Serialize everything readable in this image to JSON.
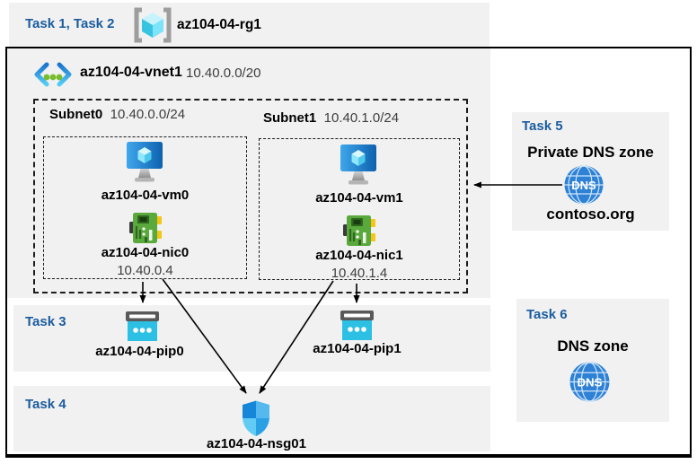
{
  "header": {
    "tasks_label": "Task 1, Task 2",
    "resource_group": "az104-04-rg1"
  },
  "vnet": {
    "name": "az104-04-vnet1",
    "cidr": "10.40.0.0/20"
  },
  "subnets": [
    {
      "name": "Subnet0",
      "cidr": "10.40.0.0/24",
      "vm": "az104-04-vm0",
      "nic": "az104-04-nic0",
      "nic_ip": "10.40.0.4"
    },
    {
      "name": "Subnet1",
      "cidr": "10.40.1.0/24",
      "vm": "az104-04-vm1",
      "nic": "az104-04-nic1",
      "nic_ip": "10.40.1.4"
    }
  ],
  "task3": {
    "label": "Task 3",
    "pip0": "az104-04-pip0",
    "pip1": "az104-04-pip1"
  },
  "task4": {
    "label": "Task 4",
    "nsg": "az104-04-nsg01"
  },
  "task5": {
    "label": "Task 5",
    "title": "Private DNS zone",
    "zone_name": "contoso.org",
    "dns_badge": "DNS"
  },
  "task6": {
    "label": "Task 6",
    "title": "DNS zone",
    "dns_badge": "DNS"
  },
  "colors": {
    "task_label": "#1a5c9e",
    "band_bg": "#f1f1f1",
    "border": "#000000",
    "arrow": "#000000",
    "dns_globe": "#2e81d4",
    "pip_body": "#2bc0e4",
    "nic_green": "#5aa93c"
  }
}
